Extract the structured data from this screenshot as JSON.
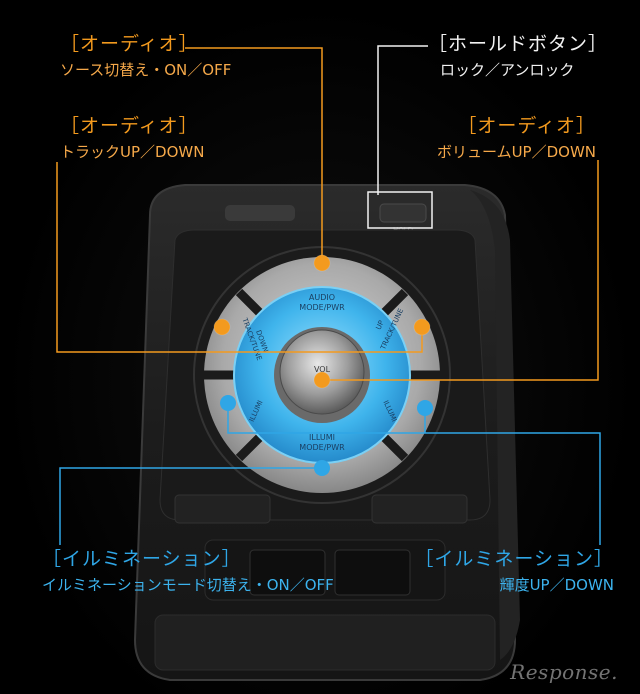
{
  "callouts": {
    "audio_source": {
      "title": "［オーディオ］",
      "desc": "ソース切替え・ON／OFF"
    },
    "audio_track": {
      "title": "［オーディオ］",
      "desc": "トラックUP／DOWN"
    },
    "hold_button": {
      "title": "［ホールドボタン］",
      "desc": "ロック／アンロック"
    },
    "audio_volume": {
      "title": "［オーディオ］",
      "desc": "ボリュームUP／DOWN"
    },
    "illumi_mode": {
      "title": "［イルミネーション］",
      "desc": "イルミネーションモード切替え・ON／OFF"
    },
    "illumi_brightness": {
      "title": "［イルミネーション］",
      "desc": "輝度UP／DOWN"
    }
  },
  "device_labels": {
    "audio_mode": "AUDIO",
    "audio_mode2": "MODE/PWR",
    "track_tune_left": "TRACK/TUNE",
    "down": "DOWN",
    "track_tune_right": "TRACK/TUNE",
    "up": "UP",
    "illumi_left": "ILLUMI",
    "illumi_right": "ILLUMI",
    "illumi_mode": "ILLUMI",
    "illumi_mode2": "MODE/PWR",
    "vol": "VOL",
    "hold": "HOLD"
  },
  "watermark": "Response.",
  "colors": {
    "audio": "#f39a1e",
    "illumi": "#2fa6e6",
    "hold": "#f2f2f2",
    "ring": "#39a7e0"
  }
}
